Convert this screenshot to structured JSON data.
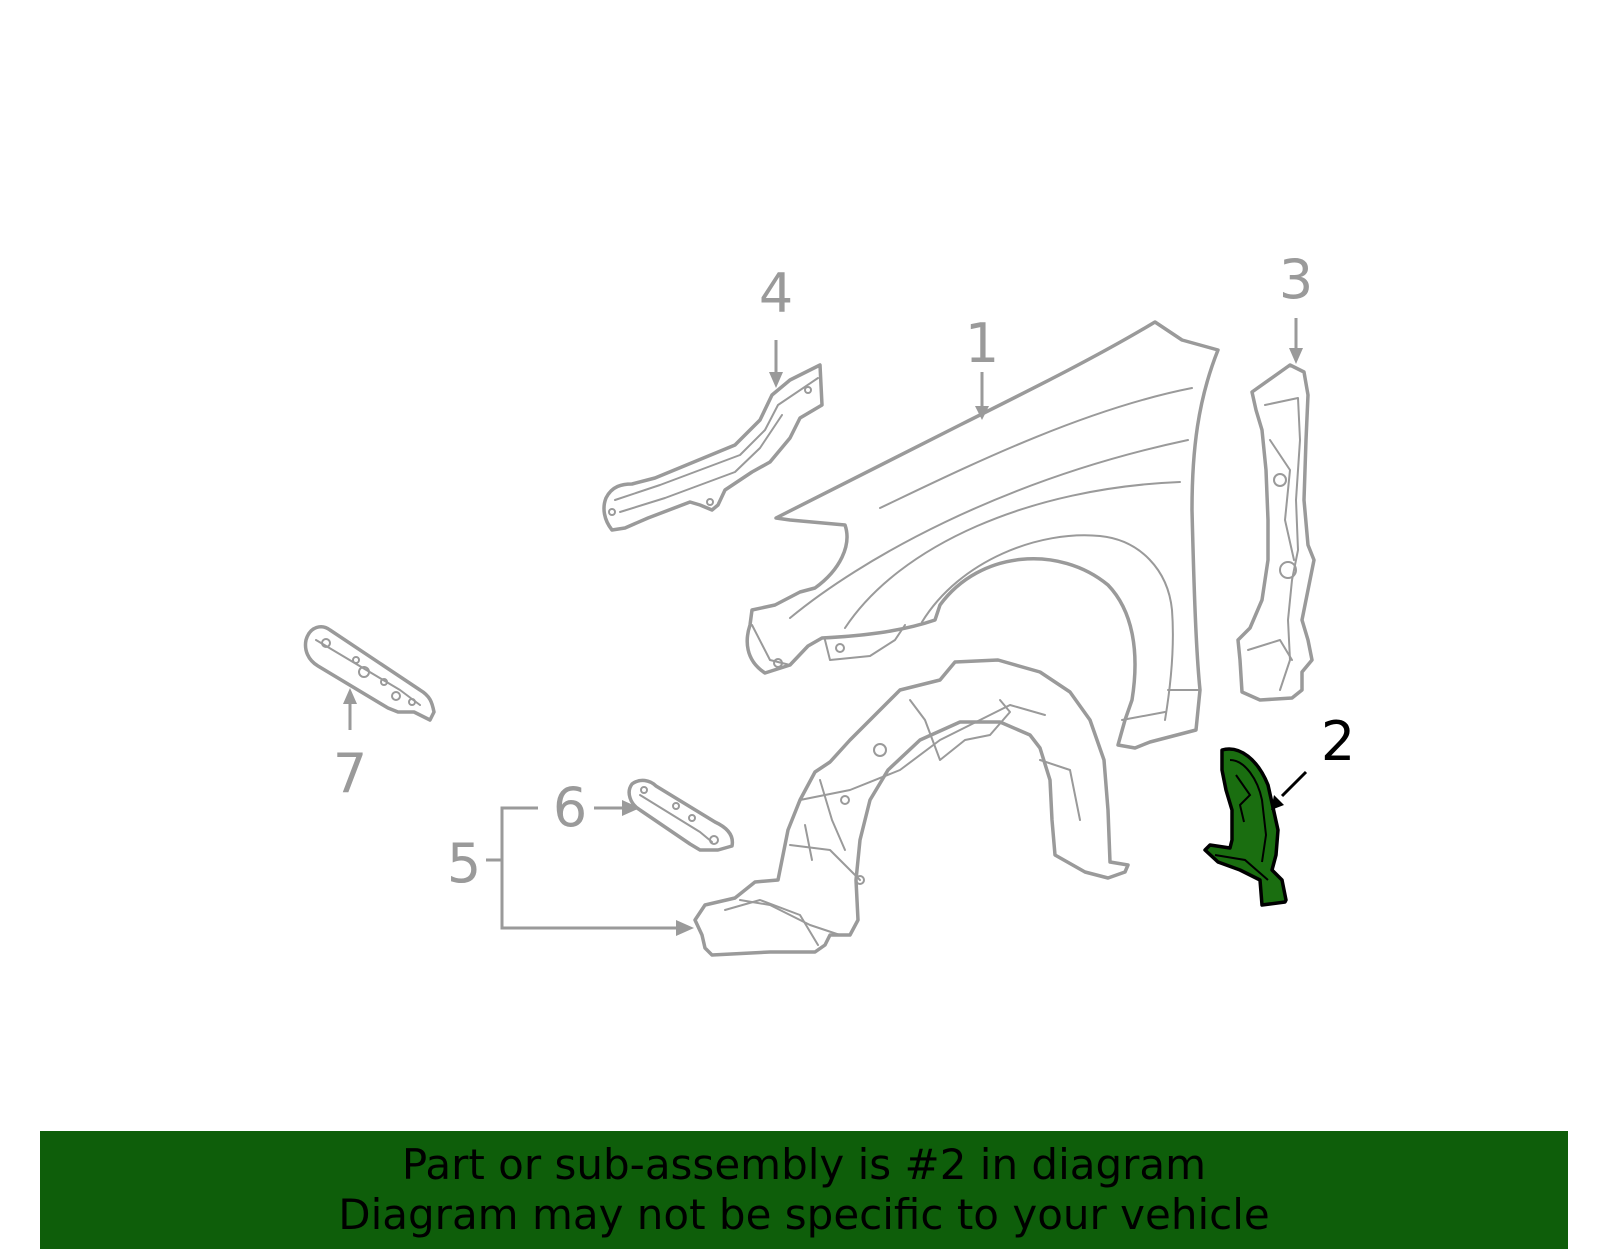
{
  "diagram": {
    "callouts": {
      "c1": "1",
      "c2": "2",
      "c3": "3",
      "c4": "4",
      "c5": "5",
      "c6": "6",
      "c7": "7"
    },
    "highlight_part": "2",
    "colors": {
      "line": "#9a9a9a",
      "highlight_fill": "#1a6e10",
      "highlight_stroke": "#000000",
      "banner_bg": "#0e5e0a"
    }
  },
  "banner": {
    "line1": "Part or sub-assembly is #2 in diagram",
    "line2": "Diagram may not be specific to your vehicle"
  }
}
